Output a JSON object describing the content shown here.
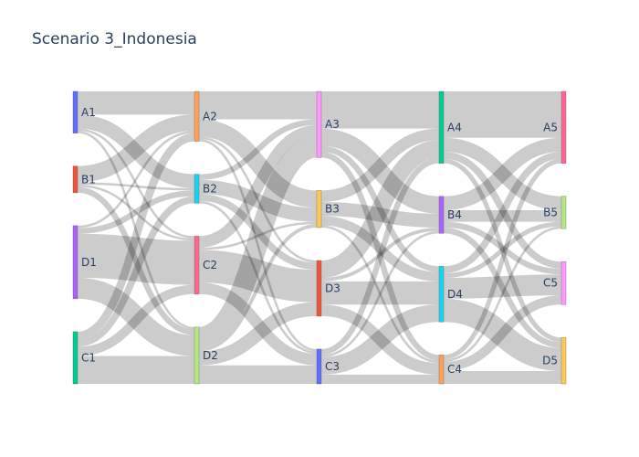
{
  "title": "Scenario 3_Indonesia",
  "chart_data": {
    "type": "sankey",
    "title": "Scenario 3_Indonesia",
    "link_color": "#cccccc",
    "columns": [
      [
        "A1",
        "B1",
        "D1",
        "C1"
      ],
      [
        "A2",
        "B2",
        "C2",
        "D2"
      ],
      [
        "A3",
        "B3",
        "D3",
        "C3"
      ],
      [
        "A4",
        "B4",
        "D4",
        "C4"
      ],
      [
        "A5",
        "B5",
        "C5",
        "D5"
      ]
    ],
    "nodes": [
      {
        "id": "A1",
        "label": "A1",
        "color": "#636efa"
      },
      {
        "id": "B1",
        "label": "B1",
        "color": "#ef553b"
      },
      {
        "id": "D1",
        "label": "D1",
        "color": "#ab63fa"
      },
      {
        "id": "C1",
        "label": "C1",
        "color": "#00cc96"
      },
      {
        "id": "A2",
        "label": "A2",
        "color": "#ffa15a"
      },
      {
        "id": "B2",
        "label": "B2",
        "color": "#19d3f3"
      },
      {
        "id": "C2",
        "label": "C2",
        "color": "#ff6692"
      },
      {
        "id": "D2",
        "label": "D2",
        "color": "#b6e880"
      },
      {
        "id": "A3",
        "label": "A3",
        "color": "#ff97ff"
      },
      {
        "id": "B3",
        "label": "B3",
        "color": "#fecb52"
      },
      {
        "id": "D3",
        "label": "D3",
        "color": "#ef553b"
      },
      {
        "id": "C3",
        "label": "C3",
        "color": "#636efa"
      },
      {
        "id": "A4",
        "label": "A4",
        "color": "#00cc96"
      },
      {
        "id": "B4",
        "label": "B4",
        "color": "#ab63fa"
      },
      {
        "id": "D4",
        "label": "D4",
        "color": "#19d3f3"
      },
      {
        "id": "C4",
        "label": "C4",
        "color": "#ffa15a"
      },
      {
        "id": "A5",
        "label": "A5",
        "color": "#ff6692"
      },
      {
        "id": "B5",
        "label": "B5",
        "color": "#b6e880"
      },
      {
        "id": "C5",
        "label": "C5",
        "color": "#ff97ff"
      },
      {
        "id": "D5",
        "label": "D5",
        "color": "#fecb52"
      }
    ],
    "links": [
      {
        "source": "A1",
        "target": "A2",
        "value": 20
      },
      {
        "source": "A1",
        "target": "B2",
        "value": 12
      },
      {
        "source": "A1",
        "target": "C2",
        "value": 2
      },
      {
        "source": "A1",
        "target": "D2",
        "value": 2
      },
      {
        "source": "B1",
        "target": "A2",
        "value": 14
      },
      {
        "source": "B1",
        "target": "B2",
        "value": 2
      },
      {
        "source": "B1",
        "target": "C2",
        "value": 2
      },
      {
        "source": "B1",
        "target": "D2",
        "value": 5
      },
      {
        "source": "D1",
        "target": "A2",
        "value": 2
      },
      {
        "source": "D1",
        "target": "B2",
        "value": 5
      },
      {
        "source": "D1",
        "target": "C2",
        "value": 38
      },
      {
        "source": "D1",
        "target": "D2",
        "value": 18
      },
      {
        "source": "C1",
        "target": "A2",
        "value": 7
      },
      {
        "source": "C1",
        "target": "B2",
        "value": 6
      },
      {
        "source": "C1",
        "target": "C2",
        "value": 8
      },
      {
        "source": "C1",
        "target": "D2",
        "value": 24
      },
      {
        "source": "A2",
        "target": "A3",
        "value": 24
      },
      {
        "source": "A2",
        "target": "B3",
        "value": 15
      },
      {
        "source": "A2",
        "target": "D3",
        "value": 2
      },
      {
        "source": "A2",
        "target": "C3",
        "value": 2
      },
      {
        "source": "B2",
        "target": "A3",
        "value": 5
      },
      {
        "source": "B2",
        "target": "B3",
        "value": 12
      },
      {
        "source": "B2",
        "target": "D3",
        "value": 6
      },
      {
        "source": "B2",
        "target": "C3",
        "value": 2
      },
      {
        "source": "C2",
        "target": "A3",
        "value": 10
      },
      {
        "source": "C2",
        "target": "B3",
        "value": 2
      },
      {
        "source": "C2",
        "target": "D3",
        "value": 28
      },
      {
        "source": "C2",
        "target": "C3",
        "value": 10
      },
      {
        "source": "D2",
        "target": "A3",
        "value": 18
      },
      {
        "source": "D2",
        "target": "B3",
        "value": 3
      },
      {
        "source": "D2",
        "target": "D3",
        "value": 12
      },
      {
        "source": "D2",
        "target": "C3",
        "value": 16
      },
      {
        "source": "A3",
        "target": "A4",
        "value": 32
      },
      {
        "source": "A3",
        "target": "B4",
        "value": 15
      },
      {
        "source": "A3",
        "target": "D4",
        "value": 5
      },
      {
        "source": "A3",
        "target": "C4",
        "value": 5
      },
      {
        "source": "B3",
        "target": "A4",
        "value": 10
      },
      {
        "source": "B3",
        "target": "B4",
        "value": 12
      },
      {
        "source": "B3",
        "target": "D4",
        "value": 8
      },
      {
        "source": "B3",
        "target": "C4",
        "value": 2
      },
      {
        "source": "D3",
        "target": "A4",
        "value": 15
      },
      {
        "source": "D3",
        "target": "B4",
        "value": 3
      },
      {
        "source": "D3",
        "target": "D4",
        "value": 20
      },
      {
        "source": "D3",
        "target": "C4",
        "value": 10
      },
      {
        "source": "C3",
        "target": "A4",
        "value": 5
      },
      {
        "source": "C3",
        "target": "B4",
        "value": 2
      },
      {
        "source": "C3",
        "target": "D4",
        "value": 15
      },
      {
        "source": "C3",
        "target": "C4",
        "value": 8
      },
      {
        "source": "A4",
        "target": "A5",
        "value": 40
      },
      {
        "source": "A4",
        "target": "B5",
        "value": 12
      },
      {
        "source": "A4",
        "target": "C5",
        "value": 6
      },
      {
        "source": "A4",
        "target": "D5",
        "value": 4
      },
      {
        "source": "B4",
        "target": "A5",
        "value": 12
      },
      {
        "source": "B4",
        "target": "B5",
        "value": 10
      },
      {
        "source": "B4",
        "target": "C5",
        "value": 5
      },
      {
        "source": "B4",
        "target": "D5",
        "value": 5
      },
      {
        "source": "D4",
        "target": "A5",
        "value": 6
      },
      {
        "source": "D4",
        "target": "B5",
        "value": 4
      },
      {
        "source": "D4",
        "target": "C5",
        "value": 18
      },
      {
        "source": "D4",
        "target": "D5",
        "value": 20
      },
      {
        "source": "C4",
        "target": "A5",
        "value": 4
      },
      {
        "source": "C4",
        "target": "B5",
        "value": 2
      },
      {
        "source": "C4",
        "target": "C5",
        "value": 8
      },
      {
        "source": "C4",
        "target": "D5",
        "value": 11
      }
    ]
  }
}
